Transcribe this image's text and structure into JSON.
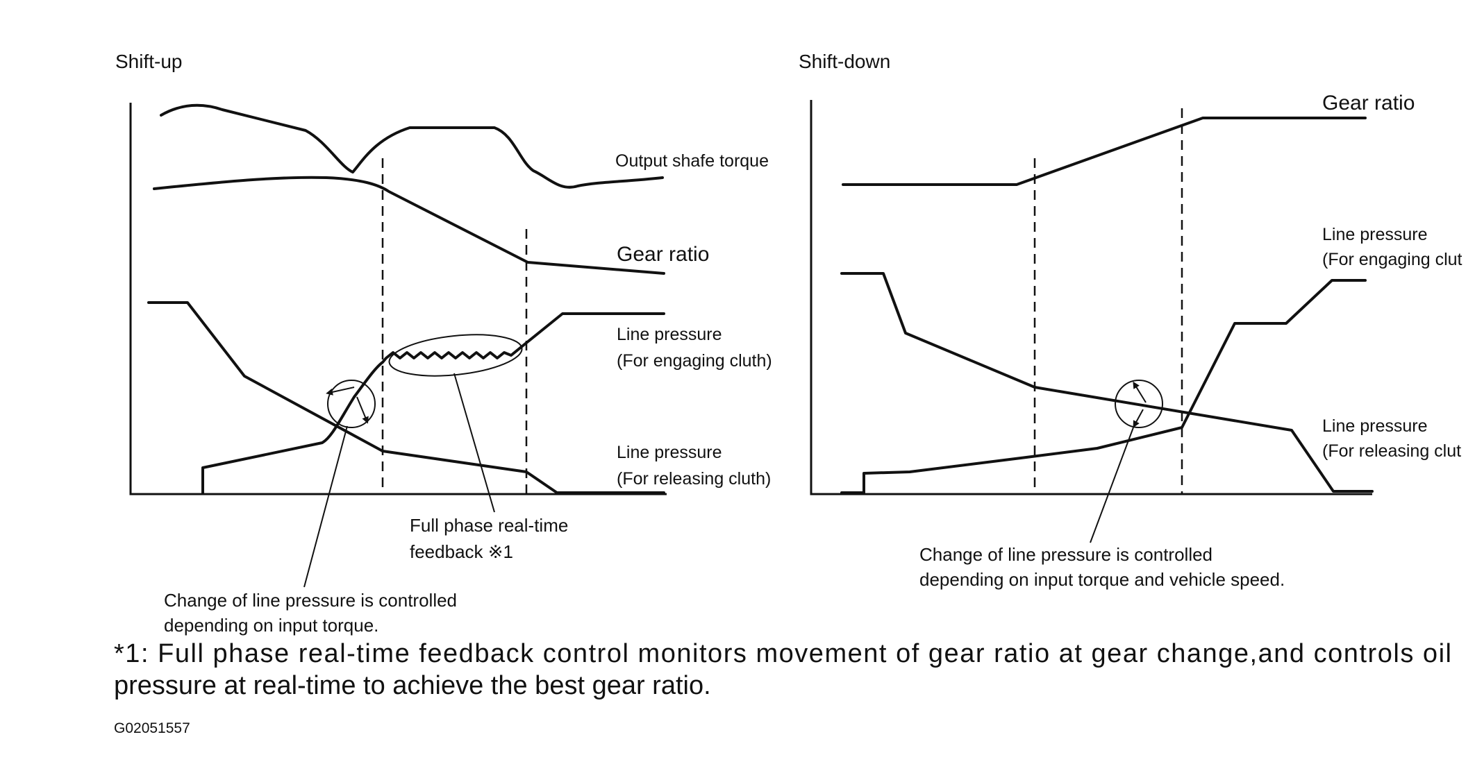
{
  "shift_up": {
    "title": "Shift-up",
    "output_shaft_torque": "Output shafe torque",
    "gear_ratio": "Gear ratio",
    "line_pressure_engaging": [
      "Line pressure",
      "(For engaging cluth)"
    ],
    "line_pressure_releasing": [
      "Line pressure",
      "(For releasing cluth)"
    ],
    "feedback_callout": [
      "Full phase real-time",
      "feedback ※1"
    ],
    "control_callout": [
      "Change of line pressure is controlled",
      "depending on input torque."
    ]
  },
  "shift_down": {
    "title": "Shift-down",
    "gear_ratio": "Gear ratio",
    "line_pressure_engaging": [
      "Line pressure",
      "(For engaging clut"
    ],
    "line_pressure_releasing": [
      "Line pressure",
      "(For releasing clut"
    ],
    "control_callout": [
      "Change of line pressure is controlled",
      "depending on input torque and vehicle speed."
    ]
  },
  "footnote": [
    "*1: Full phase real-time feedback control monitors movement of gear ratio at gear change,and controls oil",
    "pressure at real-time to achieve the best gear ratio."
  ],
  "figure_code": "G02051557"
}
